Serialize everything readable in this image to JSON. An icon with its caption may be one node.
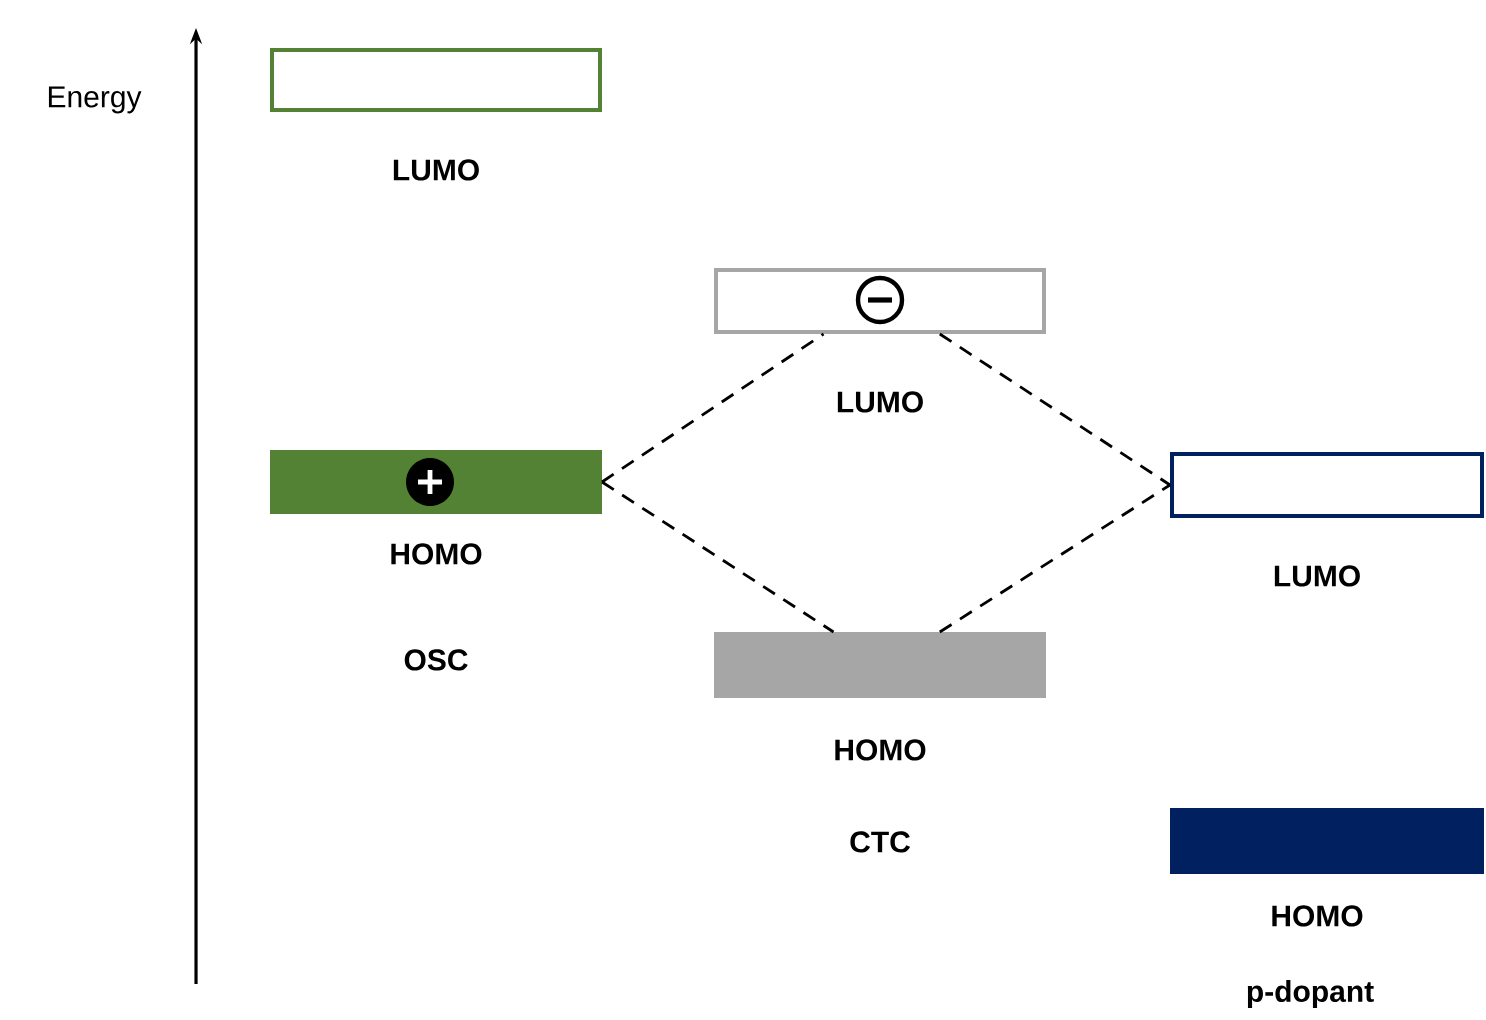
{
  "diagram": {
    "nodes": [
      {
        "text": [],
        "shape": "bar",
        "beside": [
          "LUMO"
        ]
      },
      {
        "text": [],
        "shape": "bar",
        "beside": [
          "HOMO"
        ]
      },
      {
        "text": [],
        "shape": "bar",
        "beside": [
          "LUMO"
        ]
      },
      {
        "text": [],
        "shape": "bar",
        "beside": [
          "HOMO"
        ]
      },
      {
        "text": [],
        "shape": "bar",
        "beside": [
          "LUMO"
        ]
      },
      {
        "text": [],
        "shape": "bar",
        "beside": [
          "HOMO"
        ]
      }
    ],
    "edges": [
      {
        "from": 1,
        "to": 2,
        "arrow": "none",
        "style": "dashed"
      },
      {
        "from": 1,
        "to": 3,
        "arrow": "none",
        "style": "dashed"
      },
      {
        "from": 2,
        "to": 4,
        "arrow": "none",
        "style": "dashed"
      },
      {
        "from": 3,
        "to": 4,
        "arrow": "none",
        "style": "dashed"
      }
    ],
    "labels": [
      "Energy",
      "OSC",
      "CTC",
      "p-dopant"
    ]
  }
}
